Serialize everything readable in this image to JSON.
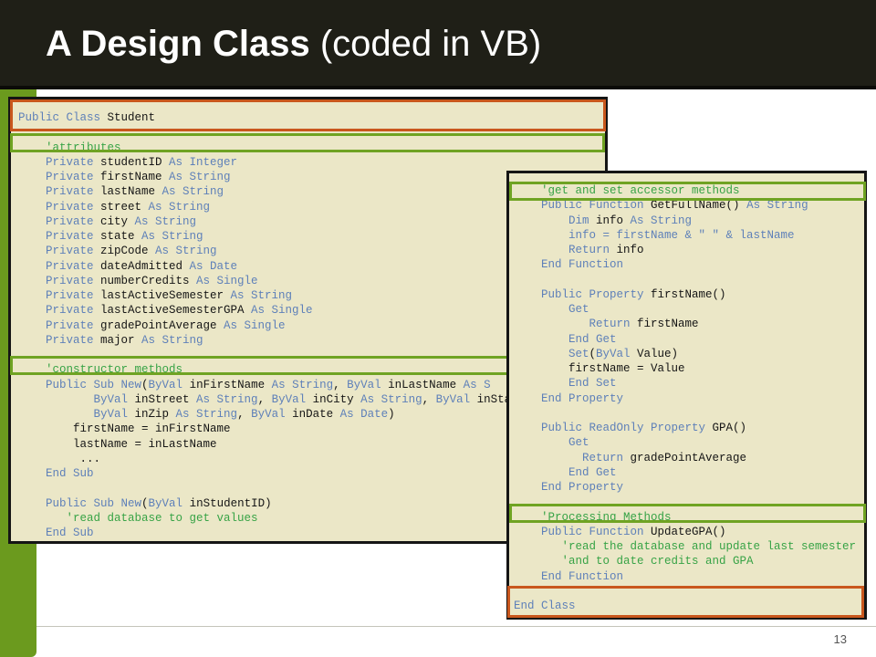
{
  "slide": {
    "title_bold": "A Design Class",
    "title_rest": " (coded in VB)",
    "page_number": "13"
  },
  "colors": {
    "title_bar": "#1f1f17",
    "accent": "#6b9a1e",
    "code_background": "#ebe7c7",
    "keyword": "#5e80b9",
    "comment": "#37a346",
    "highlight_orange": "#c9571d",
    "highlight_green": "#6fa323"
  },
  "left_code": [
    [
      {
        "t": "kw",
        "v": "Public Class"
      },
      {
        "t": "tx",
        "v": " Student"
      }
    ],
    [],
    [
      {
        "t": "cm",
        "v": "    'attributes"
      }
    ],
    [
      {
        "t": "kw",
        "v": "    Private"
      },
      {
        "t": "tx",
        "v": " studentID "
      },
      {
        "t": "kw",
        "v": "As Integer"
      }
    ],
    [
      {
        "t": "kw",
        "v": "    Private"
      },
      {
        "t": "tx",
        "v": " firstName "
      },
      {
        "t": "kw",
        "v": "As String"
      }
    ],
    [
      {
        "t": "kw",
        "v": "    Private"
      },
      {
        "t": "tx",
        "v": " lastName "
      },
      {
        "t": "kw",
        "v": "As String"
      }
    ],
    [
      {
        "t": "kw",
        "v": "    Private"
      },
      {
        "t": "tx",
        "v": " street "
      },
      {
        "t": "kw",
        "v": "As String"
      }
    ],
    [
      {
        "t": "kw",
        "v": "    Private"
      },
      {
        "t": "tx",
        "v": " city "
      },
      {
        "t": "kw",
        "v": "As String"
      }
    ],
    [
      {
        "t": "kw",
        "v": "    Private"
      },
      {
        "t": "tx",
        "v": " state "
      },
      {
        "t": "kw",
        "v": "As String"
      }
    ],
    [
      {
        "t": "kw",
        "v": "    Private"
      },
      {
        "t": "tx",
        "v": " zipCode "
      },
      {
        "t": "kw",
        "v": "As String"
      }
    ],
    [
      {
        "t": "kw",
        "v": "    Private"
      },
      {
        "t": "tx",
        "v": " dateAdmitted "
      },
      {
        "t": "kw",
        "v": "As Date"
      }
    ],
    [
      {
        "t": "kw",
        "v": "    Private"
      },
      {
        "t": "tx",
        "v": " numberCredits "
      },
      {
        "t": "kw",
        "v": "As Single"
      }
    ],
    [
      {
        "t": "kw",
        "v": "    Private"
      },
      {
        "t": "tx",
        "v": " lastActiveSemester "
      },
      {
        "t": "kw",
        "v": "As String"
      }
    ],
    [
      {
        "t": "kw",
        "v": "    Private"
      },
      {
        "t": "tx",
        "v": " lastActiveSemesterGPA "
      },
      {
        "t": "kw",
        "v": "As Single"
      }
    ],
    [
      {
        "t": "kw",
        "v": "    Private"
      },
      {
        "t": "tx",
        "v": " gradePointAverage "
      },
      {
        "t": "kw",
        "v": "As Single"
      }
    ],
    [
      {
        "t": "kw",
        "v": "    Private"
      },
      {
        "t": "tx",
        "v": " major "
      },
      {
        "t": "kw",
        "v": "As String"
      }
    ],
    [],
    [
      {
        "t": "cm",
        "v": "    'constructor methods"
      }
    ],
    [
      {
        "t": "kw",
        "v": "    Public Sub New"
      },
      {
        "t": "tx",
        "v": "("
      },
      {
        "t": "kw",
        "v": "ByVal"
      },
      {
        "t": "tx",
        "v": " inFirstName "
      },
      {
        "t": "kw",
        "v": "As String"
      },
      {
        "t": "tx",
        "v": ", "
      },
      {
        "t": "kw",
        "v": "ByVal"
      },
      {
        "t": "tx",
        "v": " inLastName "
      },
      {
        "t": "kw",
        "v": "As S"
      }
    ],
    [
      {
        "t": "kw",
        "v": "           ByVal"
      },
      {
        "t": "tx",
        "v": " inStreet "
      },
      {
        "t": "kw",
        "v": "As String"
      },
      {
        "t": "tx",
        "v": ", "
      },
      {
        "t": "kw",
        "v": "ByVal"
      },
      {
        "t": "tx",
        "v": " inCity "
      },
      {
        "t": "kw",
        "v": "As String"
      },
      {
        "t": "tx",
        "v": ", "
      },
      {
        "t": "kw",
        "v": "ByVal"
      },
      {
        "t": "tx",
        "v": " inSta"
      }
    ],
    [
      {
        "t": "kw",
        "v": "           ByVal"
      },
      {
        "t": "tx",
        "v": " inZip "
      },
      {
        "t": "kw",
        "v": "As String"
      },
      {
        "t": "tx",
        "v": ", "
      },
      {
        "t": "kw",
        "v": "ByVal"
      },
      {
        "t": "tx",
        "v": " inDate "
      },
      {
        "t": "kw",
        "v": "As Date"
      },
      {
        "t": "tx",
        "v": ")"
      }
    ],
    [
      {
        "t": "tx",
        "v": "        firstName = inFirstName"
      }
    ],
    [
      {
        "t": "tx",
        "v": "        lastName = inLastName"
      }
    ],
    [
      {
        "t": "tx",
        "v": "         ..."
      }
    ],
    [
      {
        "t": "kw",
        "v": "    End Sub"
      }
    ],
    [],
    [
      {
        "t": "kw",
        "v": "    Public Sub New"
      },
      {
        "t": "tx",
        "v": "("
      },
      {
        "t": "kw",
        "v": "ByVal"
      },
      {
        "t": "tx",
        "v": " inStudentID)"
      }
    ],
    [
      {
        "t": "cm",
        "v": "       'read database to get values"
      }
    ],
    [
      {
        "t": "kw",
        "v": "    End Sub"
      }
    ]
  ],
  "right_code": [
    [
      {
        "t": "cm",
        "v": "    'get and set accessor methods"
      }
    ],
    [
      {
        "t": "kw",
        "v": "    Public Function"
      },
      {
        "t": "tx",
        "v": " GetFullName() "
      },
      {
        "t": "kw",
        "v": "As String"
      }
    ],
    [
      {
        "t": "kw",
        "v": "        Dim"
      },
      {
        "t": "tx",
        "v": " info "
      },
      {
        "t": "kw",
        "v": "As String"
      }
    ],
    [
      {
        "t": "kw",
        "v": "        info = firstName & \" \" & lastName"
      }
    ],
    [
      {
        "t": "kw",
        "v": "        Return"
      },
      {
        "t": "tx",
        "v": " info"
      }
    ],
    [
      {
        "t": "kw",
        "v": "    End Function"
      }
    ],
    [],
    [
      {
        "t": "kw",
        "v": "    Public Property"
      },
      {
        "t": "tx",
        "v": " firstName()"
      }
    ],
    [
      {
        "t": "kw",
        "v": "        Get"
      }
    ],
    [
      {
        "t": "kw",
        "v": "           Return"
      },
      {
        "t": "tx",
        "v": " firstName"
      }
    ],
    [
      {
        "t": "kw",
        "v": "        End Get"
      }
    ],
    [
      {
        "t": "kw",
        "v": "        Set"
      },
      {
        "t": "tx",
        "v": "("
      },
      {
        "t": "kw",
        "v": "ByVal"
      },
      {
        "t": "tx",
        "v": " Value)"
      }
    ],
    [
      {
        "t": "tx",
        "v": "        firstName = Value"
      }
    ],
    [
      {
        "t": "kw",
        "v": "        End Set"
      }
    ],
    [
      {
        "t": "kw",
        "v": "    End Property"
      }
    ],
    [],
    [
      {
        "t": "kw",
        "v": "    Public ReadOnly Property"
      },
      {
        "t": "tx",
        "v": " GPA()"
      }
    ],
    [
      {
        "t": "kw",
        "v": "        Get"
      }
    ],
    [
      {
        "t": "kw",
        "v": "          Return"
      },
      {
        "t": "tx",
        "v": " gradePointAverage"
      }
    ],
    [
      {
        "t": "kw",
        "v": "        End Get"
      }
    ],
    [
      {
        "t": "kw",
        "v": "    End Property"
      }
    ],
    [],
    [
      {
        "t": "cm",
        "v": "    'Processing Methods"
      }
    ],
    [
      {
        "t": "kw",
        "v": "    Public Function"
      },
      {
        "t": "tx",
        "v": " UpdateGPA()"
      }
    ],
    [
      {
        "t": "cm",
        "v": "       'read the database and update last semester"
      }
    ],
    [
      {
        "t": "cm",
        "v": "       'and to date credits and GPA"
      }
    ],
    [
      {
        "t": "kw",
        "v": "    End Function"
      }
    ],
    [],
    [
      {
        "t": "kw",
        "v": "End Class"
      }
    ]
  ]
}
